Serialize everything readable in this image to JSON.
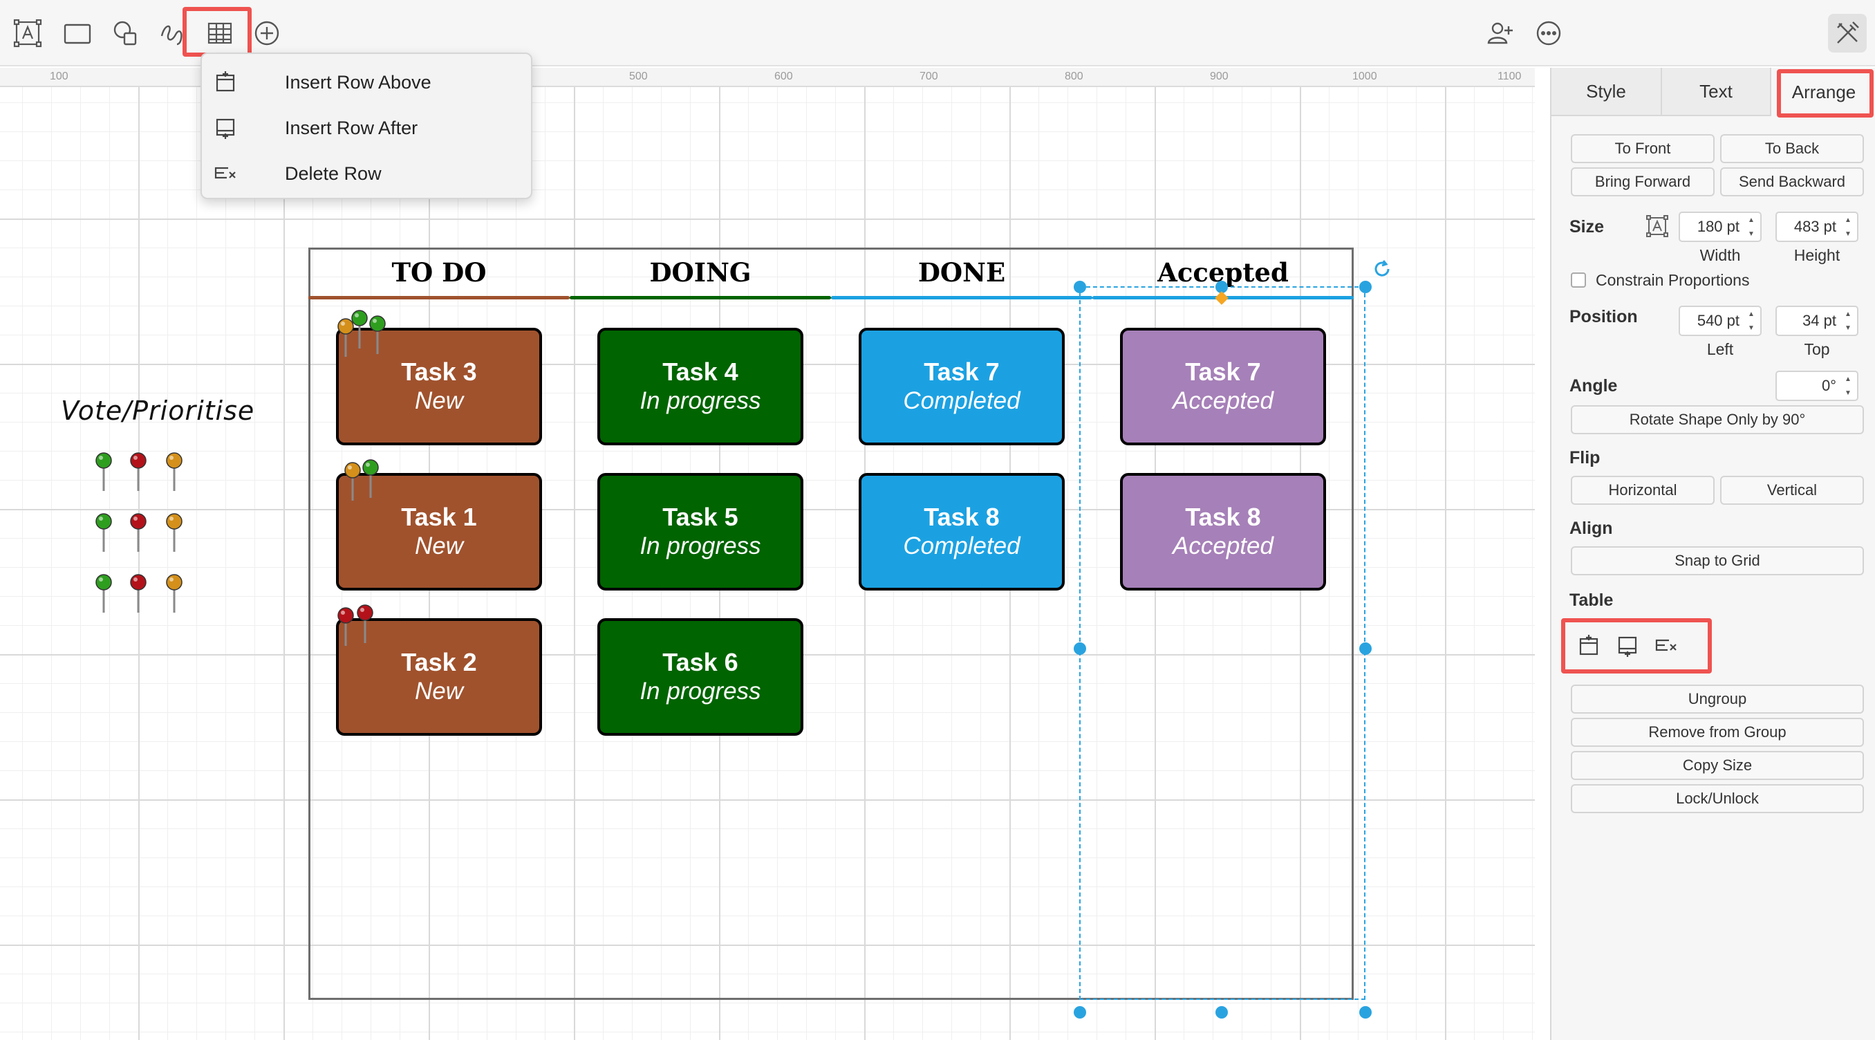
{
  "toolbar": {
    "left_tools": [
      "text-tool-icon",
      "rectangle-icon",
      "shapes-icon",
      "freehand-icon",
      "table-icon",
      "add-icon"
    ],
    "right_tools": [
      "share-icon",
      "more-icon",
      "format-panel-toggle-icon"
    ]
  },
  "ruler": {
    "ticks": [
      "100",
      "500",
      "600",
      "700",
      "800",
      "900",
      "1000",
      "1100"
    ]
  },
  "context_menu": {
    "items": [
      {
        "label": "Insert Row Above",
        "icon": "insert-row-above-icon"
      },
      {
        "label": "Insert Row After",
        "icon": "insert-row-after-icon"
      },
      {
        "label": "Delete Row",
        "icon": "delete-row-icon"
      }
    ]
  },
  "board": {
    "columns": [
      {
        "title": "TO DO",
        "color": "#a0522d"
      },
      {
        "title": "DOING",
        "color": "#006400"
      },
      {
        "title": "DONE",
        "color": "#1ba1e2"
      },
      {
        "title": "Accepted",
        "color": "#1ba1e2"
      }
    ],
    "cards": {
      "todo": [
        {
          "title": "Task 3",
          "status": "New"
        },
        {
          "title": "Task 1",
          "status": "New"
        },
        {
          "title": "Task 2",
          "status": "New"
        }
      ],
      "doing": [
        {
          "title": "Task 4",
          "status": "In progress"
        },
        {
          "title": "Task 5",
          "status": "In progress"
        },
        {
          "title": "Task 6",
          "status": "In progress"
        }
      ],
      "done": [
        {
          "title": "Task 7",
          "status": "Completed"
        },
        {
          "title": "Task 8",
          "status": "Completed"
        }
      ],
      "accepted": [
        {
          "title": "Task 7",
          "status": "Accepted"
        },
        {
          "title": "Task 8",
          "status": "Accepted"
        }
      ]
    }
  },
  "vote": {
    "label": "Vote/Prioritise",
    "pin_colors": [
      "#2e9e1f",
      "#b3121a",
      "#d4901a"
    ]
  },
  "panel": {
    "tabs": [
      "Style",
      "Text",
      "Arrange"
    ],
    "active_tab": "Arrange",
    "order_buttons": [
      "To Front",
      "To Back",
      "Bring Forward",
      "Send Backward"
    ],
    "size": {
      "label": "Size",
      "width": "180 pt",
      "height": "483 pt",
      "width_caption": "Width",
      "height_caption": "Height",
      "constrain": "Constrain Proportions"
    },
    "position": {
      "label": "Position",
      "left": "540 pt",
      "top": "34 pt",
      "left_caption": "Left",
      "top_caption": "Top"
    },
    "angle": {
      "label": "Angle",
      "value": "0°",
      "rotate_button": "Rotate Shape Only by 90°"
    },
    "flip": {
      "label": "Flip",
      "horizontal": "Horizontal",
      "vertical": "Vertical"
    },
    "align": {
      "label": "Align",
      "snap": "Snap to Grid"
    },
    "table": {
      "label": "Table",
      "icons": [
        "insert-row-above-icon",
        "insert-row-after-icon",
        "delete-row-icon"
      ]
    },
    "group_buttons": [
      "Ungroup",
      "Remove from Group",
      "Copy Size",
      "Lock/Unlock"
    ]
  },
  "colors": {
    "highlight": "#ef5350",
    "selection": "#29a3e0"
  }
}
